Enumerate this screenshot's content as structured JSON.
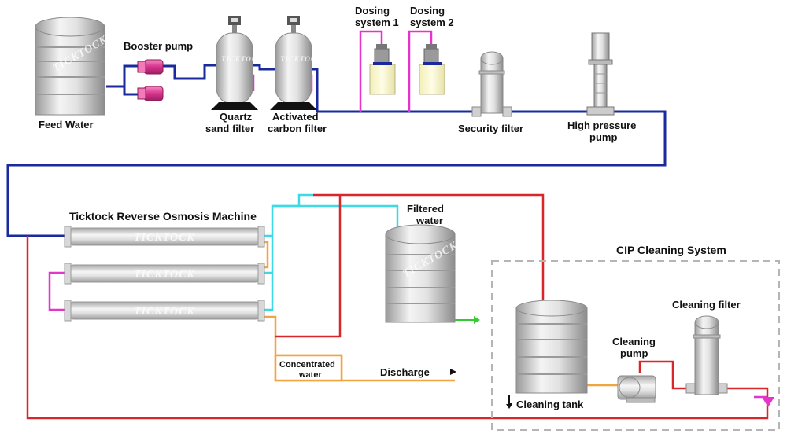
{
  "labels": {
    "feed_water": "Feed Water",
    "booster_pump": "Booster pump",
    "quartz_1": "Quartz",
    "quartz_2": "sand filter",
    "carbon_1": "Activated",
    "carbon_2": "carbon filter",
    "dosing1_1": "Dosing",
    "dosing1_2": "system 1",
    "dosing2_1": "Dosing",
    "dosing2_2": "system 2",
    "security_filter": "Security filter",
    "hp_pump_1": "High pressure",
    "hp_pump_2": "pump",
    "ro_machine": "Ticktock Reverse Osmosis Machine",
    "filtered_1": "Filtered",
    "filtered_2": "water",
    "cip_system": "CIP Cleaning System",
    "cleaning_filter": "Cleaning filter",
    "cleaning_pump_1": "Cleaning",
    "cleaning_pump_2": "pump",
    "cleaning_tank": "Cleaning tank",
    "concentrated_1": "Concentrated",
    "concentrated_2": "water",
    "discharge": "Discharge"
  },
  "watermark": "TICKTOCK",
  "colors": {
    "feed_line": "#1a2a9c",
    "permeate_line": "#3fd9e6",
    "concentrate_line": "#f0a640",
    "cleaning_line": "#d9262b",
    "dosing_line": "#e633cc",
    "pump_body": "#e0449a",
    "outlet_arrow": "#33cc33",
    "cip_box": "#b5b5b5"
  }
}
